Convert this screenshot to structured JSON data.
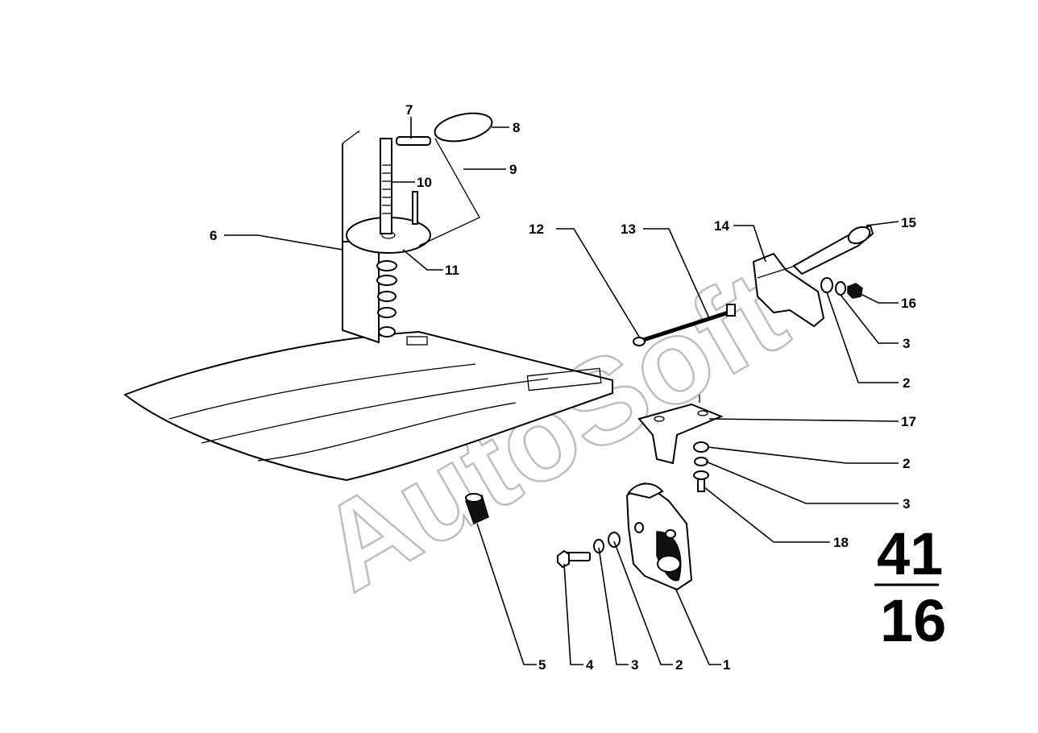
{
  "watermark": "AutoSoft",
  "group": {
    "top": "41",
    "bottom": "16"
  },
  "callouts": {
    "c1": "1",
    "c2a": "2",
    "c2b": "2",
    "c2c": "2",
    "c3a": "3",
    "c3b": "3",
    "c3c": "3",
    "c4": "4",
    "c5": "5",
    "c6": "6",
    "c7": "7",
    "c8": "8",
    "c9": "9",
    "c10": "10",
    "c11": "11",
    "c12": "12",
    "c13": "13",
    "c14": "14",
    "c15": "15",
    "c16": "16",
    "c17": "17",
    "c18": "18"
  }
}
